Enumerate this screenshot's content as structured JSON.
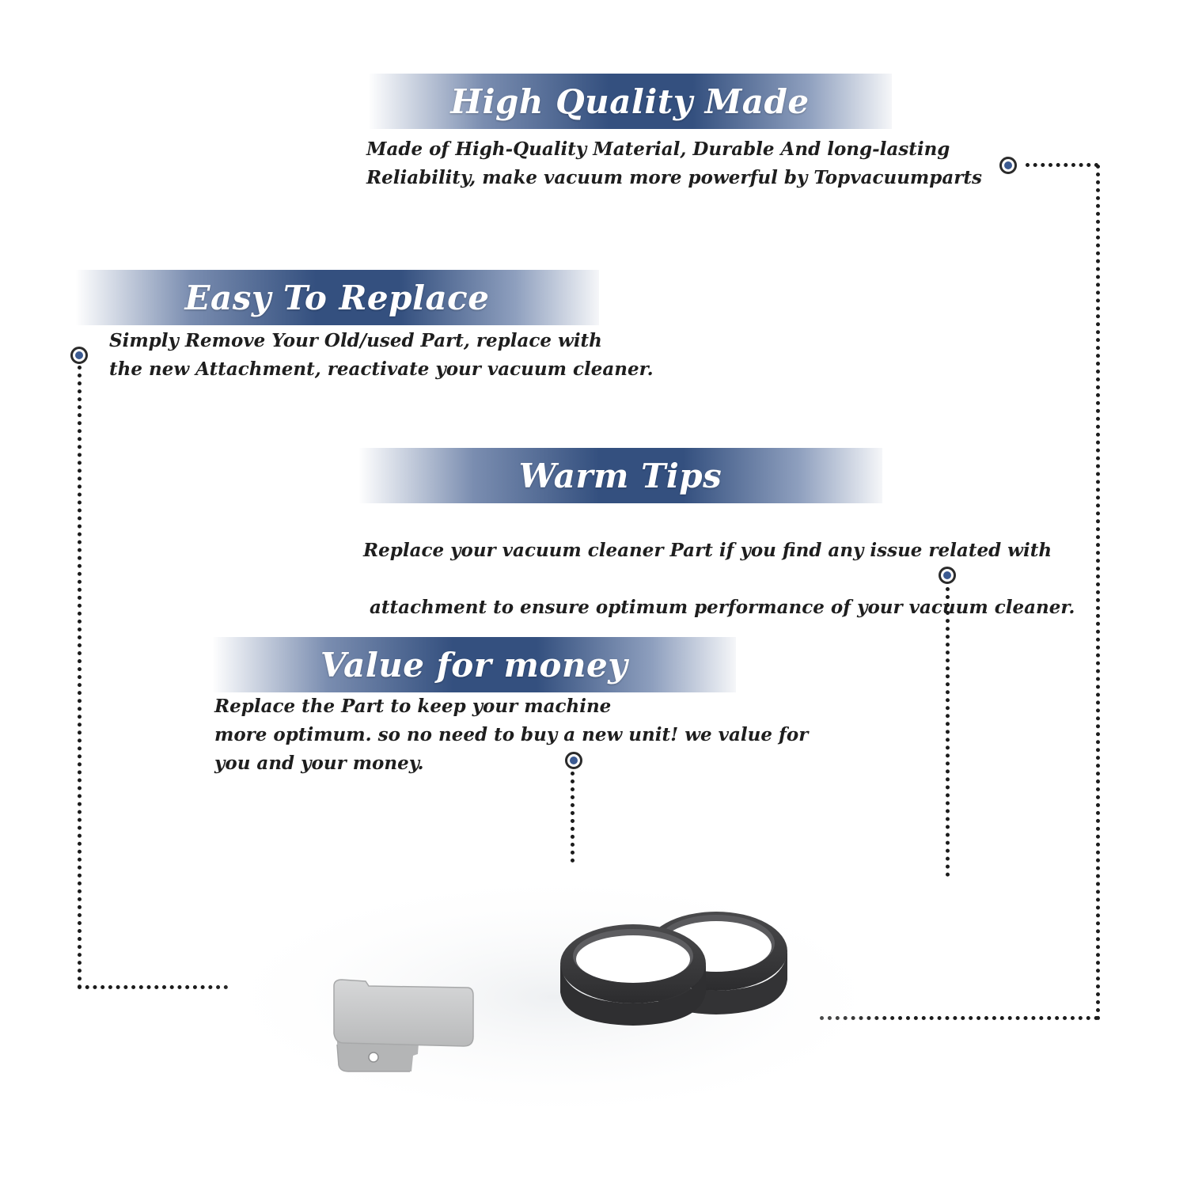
{
  "sections": {
    "quality": {
      "title": "High Quality Made",
      "lines": [
        "Made of  High-Quality Material, Durable And long-lasting",
        "Reliability, make vacuum more powerful by Topvacuumparts"
      ]
    },
    "replace": {
      "title": "Easy To Replace",
      "lines": [
        "Simply Remove Your Old/used Part, replace with",
        "the new Attachment, reactivate your vacuum cleaner."
      ]
    },
    "tips": {
      "title": "Warm Tips",
      "lines": [
        "Replace your vacuum cleaner Part if you find any issue related with",
        " attachment to ensure optimum performance of your vacuum cleaner."
      ]
    },
    "value": {
      "title": "Value for money",
      "lines": [
        "Replace the Part to keep your machine",
        "more optimum. so no need to buy a new unit! we value for",
        "you and your money."
      ]
    }
  },
  "colors": {
    "banner": "#34507f",
    "marker": "#3b5a91",
    "text": "#1e1e1e",
    "belt": "#3b3b3d",
    "part": "#c9cacb"
  },
  "icons": [
    "marker-icon",
    "gray-clip-part-image",
    "vacuum-belts-image"
  ]
}
